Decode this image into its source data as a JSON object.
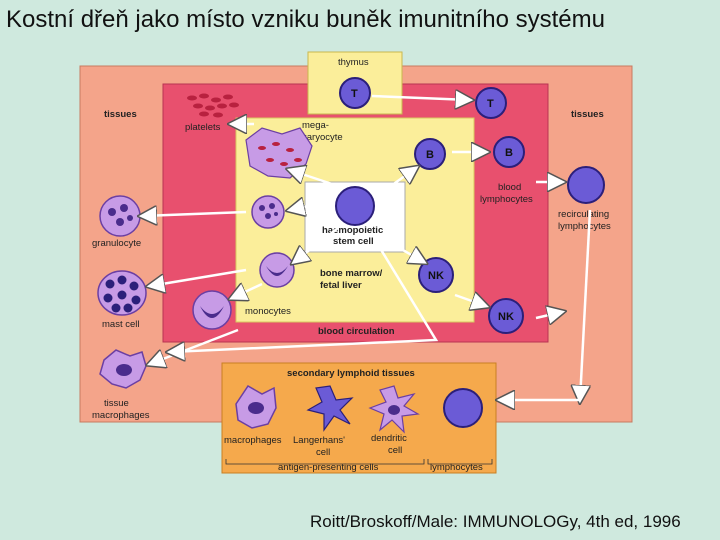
{
  "slide": {
    "title": "Kostní dřeň jako místo vzniku buněk imunitního systému",
    "credit": "Roitt/Broskoff/Male: IMMUNOLOGy, 4th ed, 1996"
  },
  "diagram": {
    "thymus": "thymus",
    "tissues_left": "tissues",
    "tissues_right": "tissues",
    "platelets": "platelets",
    "megakaryocyte_1": "mega-",
    "megakaryocyte_2": "karyocyte",
    "haemopoietic_1": "haemopoietic",
    "haemopoietic_2": "stem cell",
    "bone_marrow_1": "bone marrow/",
    "bone_marrow_2": "fetal liver",
    "monocytes": "monocytes",
    "blood_circulation": "blood circulation",
    "granulocyte": "granulocyte",
    "mast_cell": "mast cell",
    "tissue_macrophages_1": "tissue",
    "tissue_macrophages_2": "macrophages",
    "blood_lymphocytes_1": "blood",
    "blood_lymphocytes_2": "lymphocytes",
    "recirculating_1": "recirculating",
    "recirculating_2": "lymphocytes",
    "secondary_lymphoid": "secondary lymphoid tissues",
    "macrophages": "macrophages",
    "langerhans_1": "Langerhans'",
    "langerhans_2": "cell",
    "dendritic_1": "dendritic",
    "dendritic_2": "cell",
    "apc": "antigen-presenting cells",
    "lymphocytes": "lymphocytes",
    "cell_T": "T",
    "cell_B": "B",
    "cell_NK": "NK"
  },
  "colors": {
    "background": "#cfe9de",
    "tissues": "#f4a48a",
    "blood": "#e8506e",
    "marrow": "#fbee9a",
    "lymphoid": "#f5a94c",
    "cell_purple": "#6b5bd6",
    "cell_lilac": "#b48ae0"
  }
}
